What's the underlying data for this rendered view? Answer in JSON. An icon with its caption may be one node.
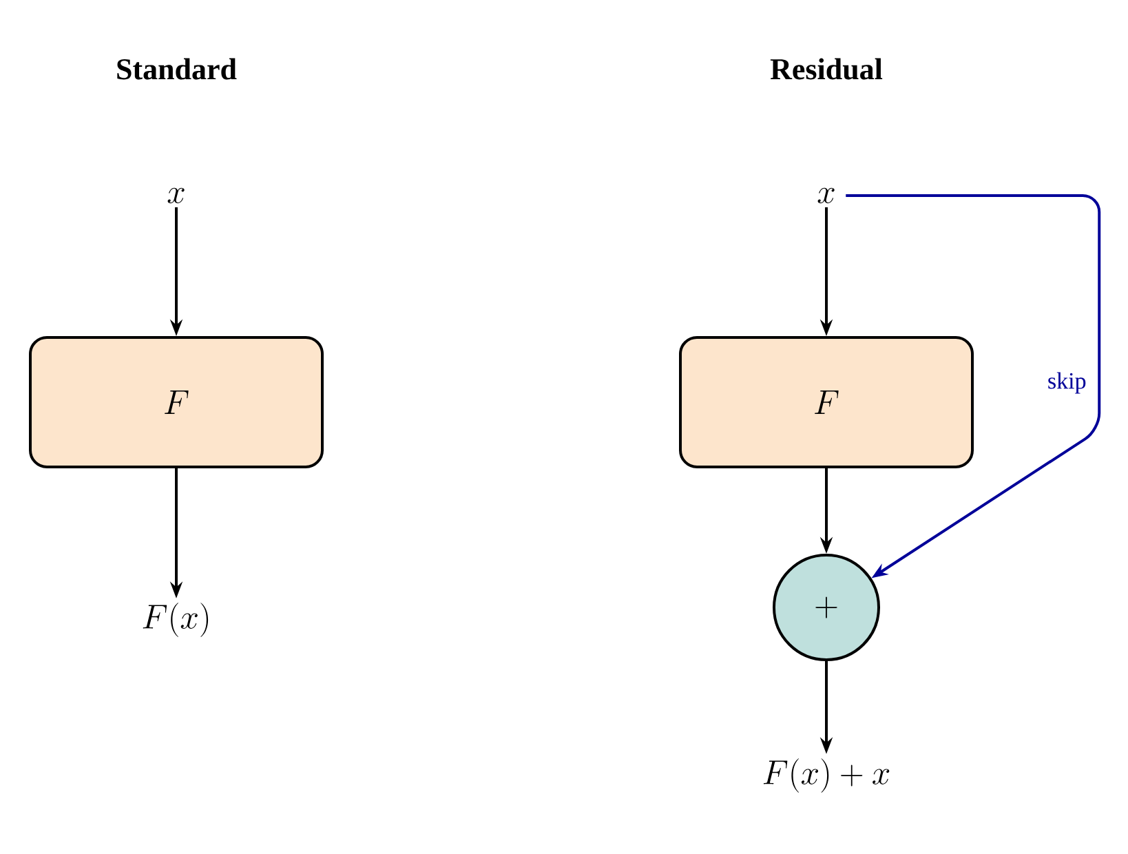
{
  "diagram": {
    "nodes": [
      {
        "text": [
          "x"
        ]
      },
      {
        "text": [
          "F"
        ]
      },
      {
        "text": [
          "F(x)"
        ]
      },
      {
        "text": [
          "x"
        ]
      },
      {
        "text": [
          "F"
        ]
      },
      {
        "text": [
          "+"
        ]
      },
      {
        "text": [
          "F(x) + x"
        ]
      }
    ],
    "edges": [
      {
        "from": 0,
        "to": 1,
        "arrow": "to"
      },
      {
        "from": 1,
        "to": 2,
        "arrow": "to"
      },
      {
        "from": 3,
        "to": 4,
        "arrow": "to"
      },
      {
        "from": 4,
        "to": 5,
        "arrow": "to"
      },
      {
        "from": 3,
        "to": 5,
        "arrow": "to",
        "label": "skip",
        "color": "#000099"
      },
      {
        "from": 5,
        "to": 6,
        "arrow": "to"
      }
    ],
    "labels": [
      "Standard",
      "Residual"
    ]
  }
}
